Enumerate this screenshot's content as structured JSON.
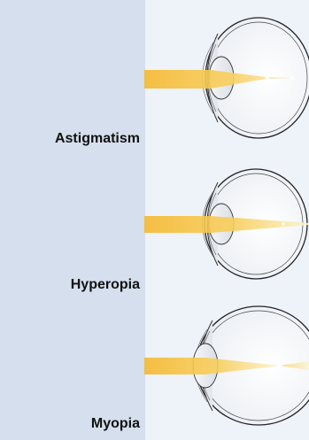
{
  "conditions": [
    {
      "label": "Astigmatism"
    },
    {
      "label": "Hyperopia"
    },
    {
      "label": "Myopia"
    }
  ],
  "colors": {
    "left_panel_bg": "#d5dfed",
    "right_panel_bg": "#eef2f9",
    "light_beam": "#f7c54a",
    "outline": "#222222"
  }
}
